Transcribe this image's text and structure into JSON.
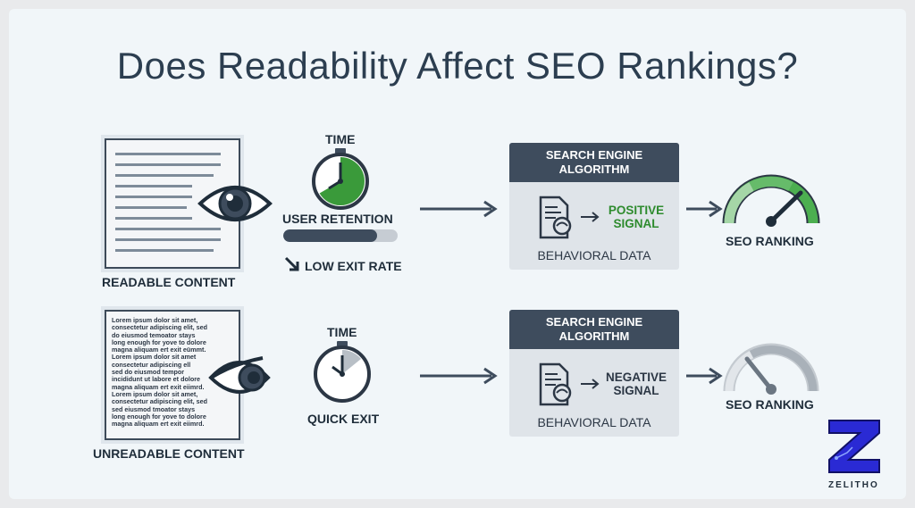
{
  "title": "Does Readability Affect SEO Rankings?",
  "top_row": {
    "content_label": "READABLE CONTENT",
    "time_label": "TIME",
    "retention_label": "USER RETENTION",
    "retention_level": 0.82,
    "exit_label": "LOW EXIT RATE",
    "algorithm_title": "SEARCH ENGINE\nALGORITHM",
    "signal": "POSITIVE\nSIGNAL",
    "signal_color": "#2e8b2e",
    "behavioral_label": "BEHAVIORAL DATA",
    "ranking_label": "SEO RANKING"
  },
  "bottom_row": {
    "content_label": "UNREADABLE CONTENT",
    "lorem_text": "Lorem ipsum dolor sit amet,\nconsectetur adipiscing elit, sed\ndo eiusmod temoator stays\nlong enough for yove to dolore\nmagna aliquam ert exit eümmt.\nLorem ipsum dolor sit amet\nconsectetur adipiscing ell\nsed do eiusmod tempor\nincididunt ut labore et dolore\nmagna aliquam ert exit eiimrd.\nLorem ipsum dolor sit amet,\nconsectetur adipiscing elit, sed\nsed eiusmod tmoator stays\nlong enough for yove to dolore\nmagna aliquam ert exit eiimrd.",
    "time_label": "TIME",
    "exit_label": "QUICK EXIT",
    "algorithm_title": "SEARCH ENGINE\nALGORITHM",
    "signal": "NEGATIVE\nSIGNAL",
    "signal_color": "#2c3745",
    "behavioral_label": "BEHAVIORAL DATA",
    "ranking_label": "SEO RANKING"
  },
  "logo": {
    "text": "ZELITHO",
    "color": "#2a2ad4"
  },
  "colors": {
    "dark": "#3e4c5d",
    "green": "#3a9a3a",
    "gray": "#b8bfc6"
  }
}
